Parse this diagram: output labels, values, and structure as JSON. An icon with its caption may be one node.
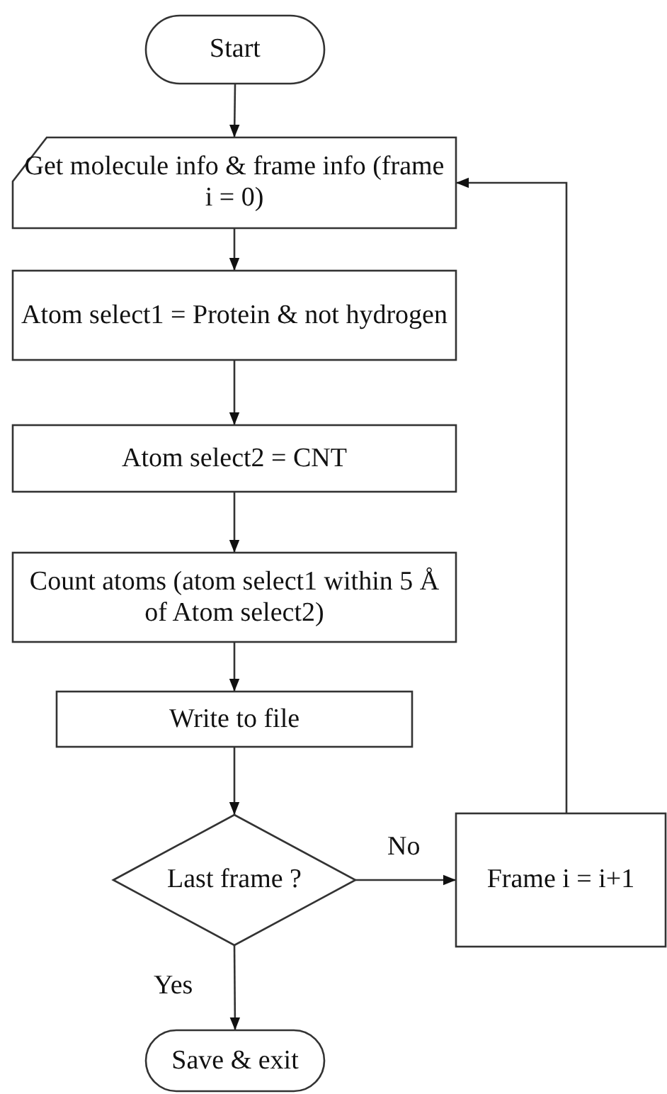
{
  "diagram": {
    "nodes": [
      {
        "text": [
          "Start"
        ]
      },
      {
        "text": [
          "Get molecule info & frame info (frame i = 0)"
        ]
      },
      {
        "text": [
          "Atom select1 = Protein & not hydrogen"
        ]
      },
      {
        "text": [
          "Atom select2 = CNT"
        ]
      },
      {
        "text": [
          "Count atoms (atom select1 within 5 Å of Atom select2)"
        ]
      },
      {
        "text": [
          "Write to file"
        ]
      },
      {
        "text": [
          "Last frame ?"
        ]
      },
      {
        "text": [
          "Frame i = i+1"
        ]
      },
      {
        "text": [
          "Save & exit"
        ]
      }
    ],
    "edges": [
      {
        "from": 0,
        "to": 1,
        "arrow": "to"
      },
      {
        "from": 1,
        "to": 2,
        "arrow": "to"
      },
      {
        "from": 2,
        "to": 3,
        "arrow": "to"
      },
      {
        "from": 3,
        "to": 4,
        "arrow": "to"
      },
      {
        "from": 4,
        "to": 5,
        "arrow": "to"
      },
      {
        "from": 5,
        "to": 6,
        "arrow": "to"
      },
      {
        "from": 6,
        "to": 7,
        "label": "No",
        "arrow": "to"
      },
      {
        "from": 7,
        "to": 1,
        "arrow": "to"
      },
      {
        "from": 6,
        "to": 8,
        "label": "Yes",
        "arrow": "to"
      }
    ]
  }
}
